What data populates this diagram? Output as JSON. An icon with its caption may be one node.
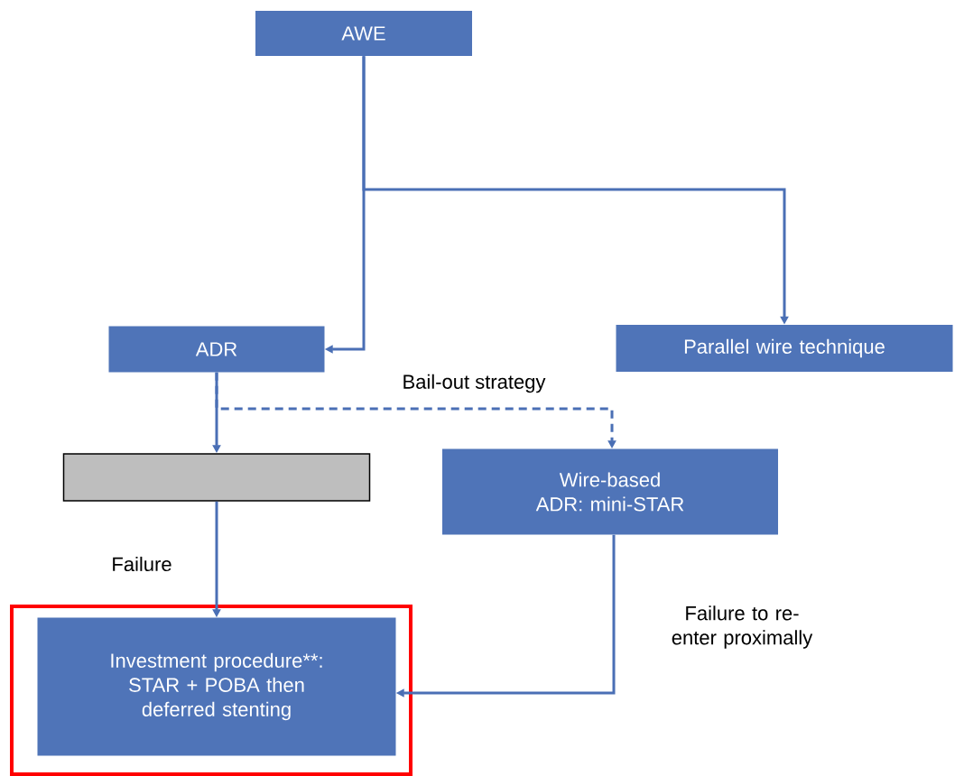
{
  "diagram": {
    "nodes": [
      {
        "text": [
          "AWE"
        ]
      },
      {
        "text": [
          "ADR"
        ]
      },
      {
        "text": [
          "Parallel wire technique"
        ]
      },
      {
        "text": [],
        "shape": "box"
      },
      {
        "text": [
          "Wire-based ADR: mini-STAR"
        ]
      },
      {
        "text": [],
        "shape": "box"
      },
      {
        "text": [
          "Investment procedure**: STAR + POBA then deferred stenting"
        ],
        "in": 5
      }
    ],
    "edges": [
      {
        "from": 0,
        "to": 1,
        "arrow": "to"
      },
      {
        "from": 0,
        "to": 2,
        "arrow": "to"
      },
      {
        "from": 1,
        "to": 3,
        "arrow": "to"
      },
      {
        "from": 1,
        "to": 4,
        "arrow": "to",
        "style": "dashed",
        "label": "Bail-out strategy"
      },
      {
        "from": 3,
        "to": 6,
        "arrow": "to",
        "label": "Failure"
      },
      {
        "from": 4,
        "to": 6,
        "arrow": "to",
        "label": "Failure to re-enter proximally"
      }
    ]
  }
}
